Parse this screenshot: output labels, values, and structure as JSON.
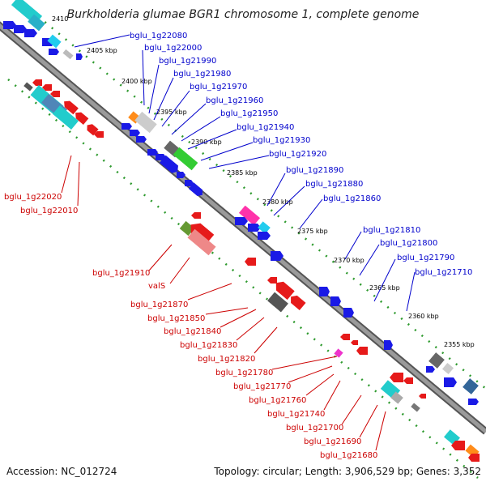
{
  "title": "Burkholderia glumae BGR1 chromosome 1, complete genome",
  "accession": "Accession: NC_012724",
  "summary": "Topology: circular; Length: 3,906,529 bp; Genes: 3,352",
  "scale_labels": [
    "2410",
    "2405 kbp",
    "2400 kbp",
    "2395 kbp",
    "2390 kbp",
    "2385 kbp",
    "2380 kbp",
    "2375 kbp",
    "2370 kbp",
    "2365 kbp",
    "2360 kbp",
    "2355 kbp"
  ],
  "upper_strand_labels": [
    "bglu_1g22080",
    "bglu_1g22000",
    "bglu_1g21990",
    "bglu_1g21980",
    "bglu_1g21970",
    "bglu_1g21960",
    "bglu_1g21950",
    "bglu_1g21940",
    "bglu_1g21930",
    "bglu_1g21920",
    "bglu_1g21890",
    "bglu_1g21880",
    "bglu_1g21860",
    "bglu_1g21810",
    "bglu_1g21800",
    "bglu_1g21790",
    "bglu_1g21710"
  ],
  "lower_strand_labels": [
    "bglu_1g22020",
    "bglu_1g22010",
    "bglu_1g21910",
    "valS",
    "bglu_1g21870",
    "bglu_1g21850",
    "bglu_1g21840",
    "bglu_1g21830",
    "bglu_1g21820",
    "bglu_1g21780",
    "bglu_1g21770",
    "bglu_1g21760",
    "bglu_1g21740",
    "bglu_1g21700",
    "bglu_1g21690",
    "bglu_1g21680"
  ],
  "colors": {
    "upper_label": "#0000cc",
    "lower_label": "#cc0000",
    "forward_gene": "#1a1ae6",
    "reverse_gene": "#e61a1a",
    "backbone": "#808080",
    "scale_ticks": "#33aa33"
  }
}
